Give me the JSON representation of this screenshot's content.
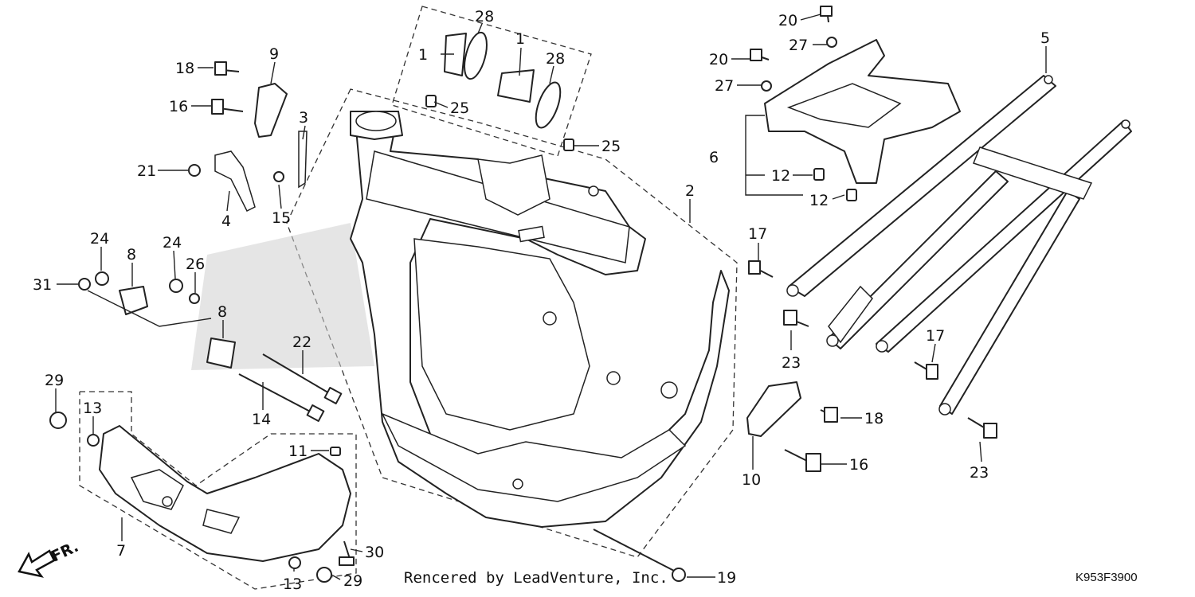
{
  "diagram": {
    "watermark": "Rencered by LeadVenture, Inc.",
    "code": "K953F3900",
    "direction_label": "FR.",
    "callouts": {
      "n1a": "1",
      "n1b": "1",
      "n2": "2",
      "n3": "3",
      "n4": "4",
      "n5": "5",
      "n6": "6",
      "n7": "7",
      "n8a": "8",
      "n8b": "8",
      "n9": "9",
      "n10": "10",
      "n11": "11",
      "n12a": "12",
      "n12b": "12",
      "n13a": "13",
      "n13b": "13",
      "n14": "14",
      "n15": "15",
      "n16a": "16",
      "n16b": "16",
      "n17a": "17",
      "n17b": "17",
      "n18a": "18",
      "n18b": "18",
      "n19": "19",
      "n20a": "20",
      "n20b": "20",
      "n21": "21",
      "n22": "22",
      "n23a": "23",
      "n23b": "23",
      "n24a": "24",
      "n24b": "24",
      "n25a": "25",
      "n25b": "25",
      "n26": "26",
      "n27a": "27",
      "n27b": "27",
      "n28a": "28",
      "n28b": "28",
      "n29a": "29",
      "n29b": "29",
      "n30": "30",
      "n31": "31"
    }
  }
}
